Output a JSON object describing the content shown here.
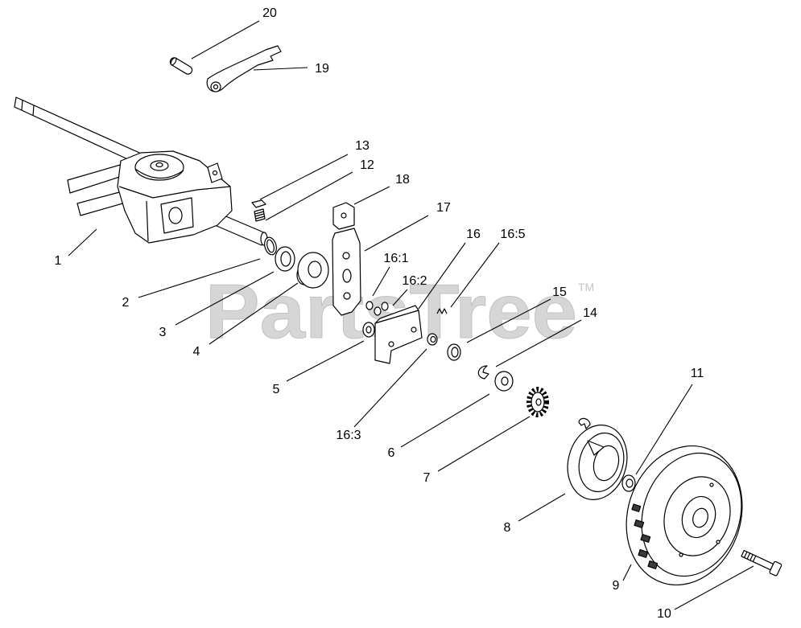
{
  "watermark": {
    "brand": "PartsTree",
    "trademark": "TM"
  },
  "colors": {
    "ink": "#000000",
    "watermark": "#d6d6d6",
    "background": "#ffffff"
  },
  "callouts": {
    "n20": "20",
    "n19": "19",
    "n13": "13",
    "n12": "12",
    "n18": "18",
    "n17": "17",
    "n16": "16",
    "n16_5": "16:5",
    "n16_1": "16:1",
    "n16_2": "16:2",
    "n15": "15",
    "n14": "14",
    "n1": "1",
    "n2": "2",
    "n3": "3",
    "n4": "4",
    "n5": "5",
    "n16_3": "16:3",
    "n6": "6",
    "n7": "7",
    "n8": "8",
    "n11": "11",
    "n9": "9",
    "n10": "10"
  }
}
